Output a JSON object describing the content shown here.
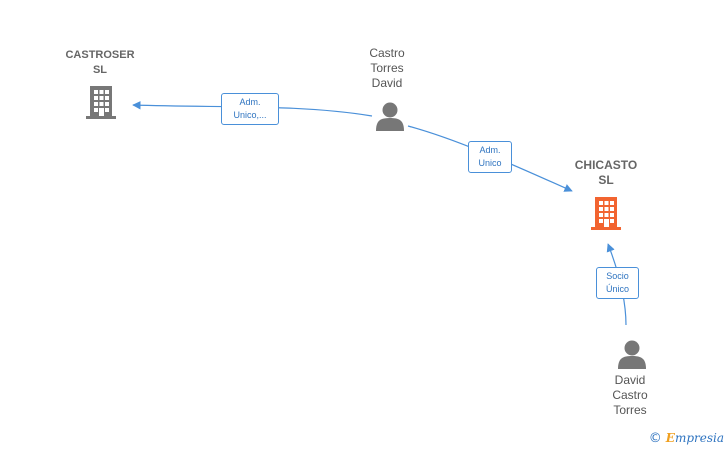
{
  "nodes": {
    "castroser": {
      "label": "CASTROSER\nSL",
      "type": "company",
      "color": "#777777",
      "icon": "building-icon"
    },
    "castro_torres_david": {
      "label": "Castro\nTorres\nDavid",
      "type": "person",
      "color": "#777777",
      "icon": "person-icon"
    },
    "chicasto": {
      "label": "CHICASTO\nSL",
      "type": "company",
      "color": "#f26430",
      "icon": "building-icon",
      "focus": true
    },
    "david_castro_torres": {
      "label": "David\nCastro\nTorres",
      "type": "person",
      "color": "#777777",
      "icon": "person-icon"
    }
  },
  "edges": [
    {
      "from": "castro_torres_david",
      "to": "castroser",
      "label": "Adm.\nUnico,..."
    },
    {
      "from": "castro_torres_david",
      "to": "chicasto",
      "label": "Adm.\nUnico"
    },
    {
      "from": "david_castro_torres",
      "to": "chicasto",
      "label": "Socio\nÚnico"
    }
  ],
  "colors": {
    "edge": "#4a90d9",
    "edge_text": "#2f74c0"
  },
  "brand": {
    "copyright": "©",
    "name_first": "E",
    "name_rest": "mpresia"
  }
}
